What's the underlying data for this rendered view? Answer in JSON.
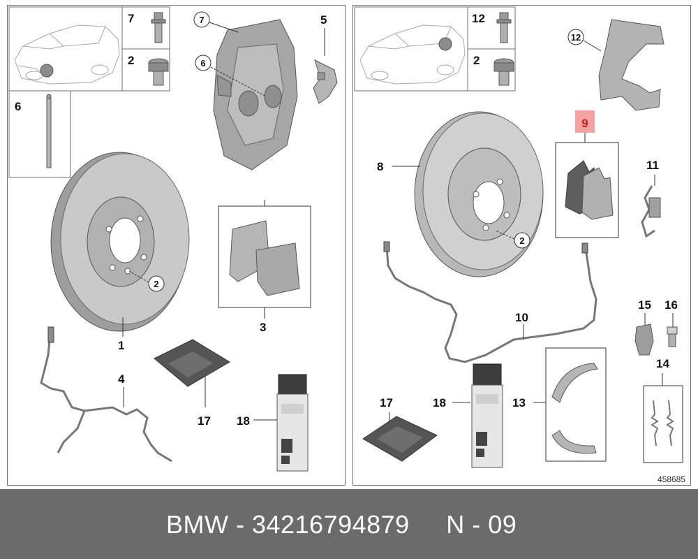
{
  "footer": {
    "text": "BMW - 34216794879     N - 09"
  },
  "diagram": {
    "reference_number": "458685",
    "highlighted_part": "9",
    "left_panel": {
      "labels": {
        "p7": "7",
        "p2": "2",
        "p6": "6",
        "c7": "7",
        "c6": "6",
        "p5": "5",
        "p1": "1",
        "c2": "2",
        "p3": "3",
        "p4": "4",
        "p17": "17",
        "p18": "18"
      }
    },
    "right_panel": {
      "labels": {
        "p12": "12",
        "p2": "2",
        "c12": "12",
        "p8": "8",
        "p9": "9",
        "p11": "11",
        "c2": "2",
        "p10": "10",
        "p15": "15",
        "p16": "16",
        "p14": "14",
        "p17": "17",
        "p18": "18",
        "p13": "13"
      }
    }
  }
}
